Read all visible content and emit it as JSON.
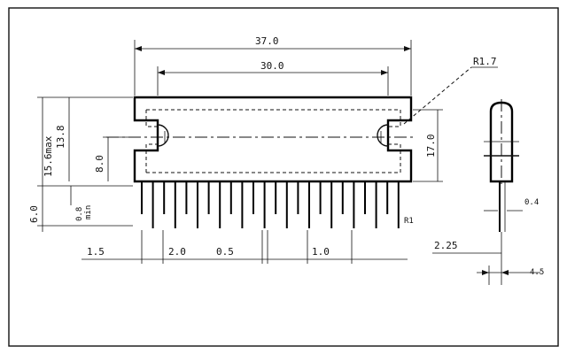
{
  "drawing": {
    "dimensions": {
      "overall_length": "37.0",
      "pin_span": "30.0",
      "corner_radius": "R1.7",
      "max_height": "15.6max",
      "body_height": "13.8",
      "mount_height": "8.0",
      "right_height": "17.0",
      "lead_length": "6.0",
      "lead_min": "0.8",
      "lead_min_unit": "min",
      "edge_offset": "1.5",
      "pitch_a": "2.0",
      "lead_width": "0.5",
      "pitch_b": "1.0",
      "side_thickness": "0.4",
      "side_offset": "2.25",
      "side_end": "4.5",
      "pin_mark": "R1"
    }
  }
}
